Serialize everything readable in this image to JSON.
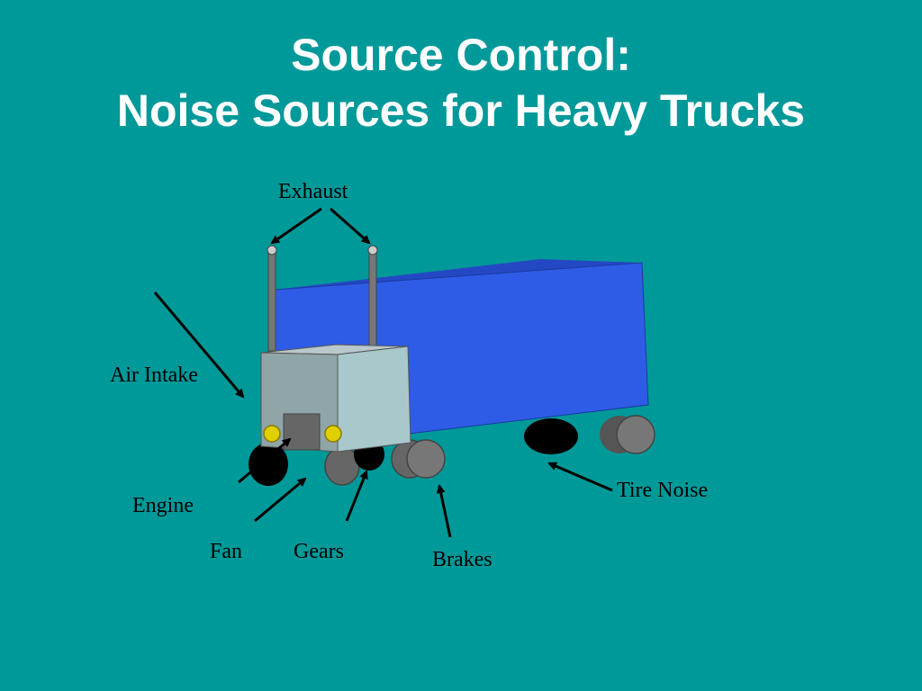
{
  "slide": {
    "title_line1": "Source Control:",
    "title_line2": "Noise Sources for Heavy Trucks"
  },
  "labels": {
    "exhaust": "Exhaust",
    "air_intake": "Air Intake",
    "engine": "Engine",
    "fan": "Fan",
    "gears": "Gears",
    "brakes": "Brakes",
    "tire_noise": "Tire Noise"
  },
  "colors": {
    "background": "#009999",
    "trailer_side": "#2f5ce6",
    "trailer_top": "#2448c4",
    "cab_front": "#8fa5a8",
    "cab_side": "#a8c8cc",
    "headlight": "#e0d000",
    "tire": "#000000",
    "hub": "#777777"
  }
}
